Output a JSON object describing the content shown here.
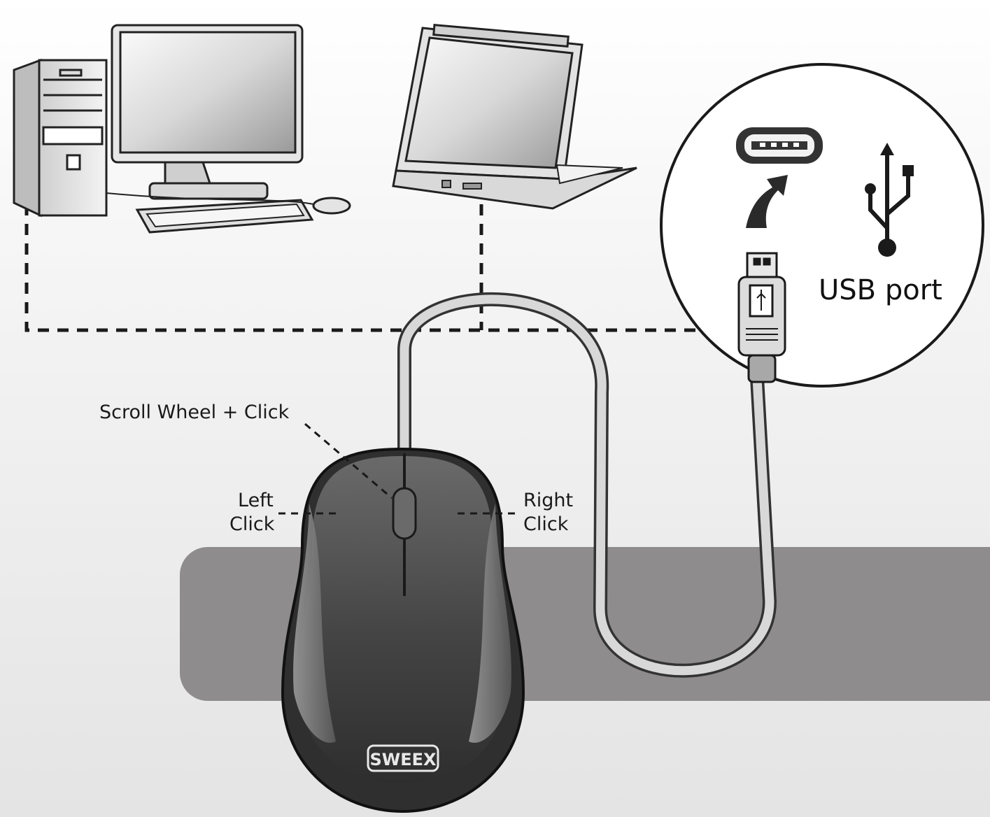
{
  "labels": {
    "scroll_wheel": "Scroll Wheel + Click",
    "left_click_line1": "Left",
    "left_click_line2": "Click",
    "right_click_line1": "Right",
    "right_click_line2": "Click",
    "usb_port": "USB port"
  },
  "brand": {
    "logo_text": "SWEEX"
  },
  "icons": {
    "desktop": "desktop-computer-icon",
    "laptop": "laptop-icon",
    "usb_socket": "usb-socket-icon",
    "usb_symbol": "usb-trident-icon",
    "plug": "usb-plug-icon",
    "arrow": "curved-arrow-icon",
    "mouse": "mouse-icon"
  },
  "colors": {
    "mouse_body": "#4a4a4a",
    "mouse_side": "#7a7a7a",
    "desk": "#8e8c8c",
    "cable": "#d8d8d8",
    "dashed_line": "#1a1a1a"
  }
}
